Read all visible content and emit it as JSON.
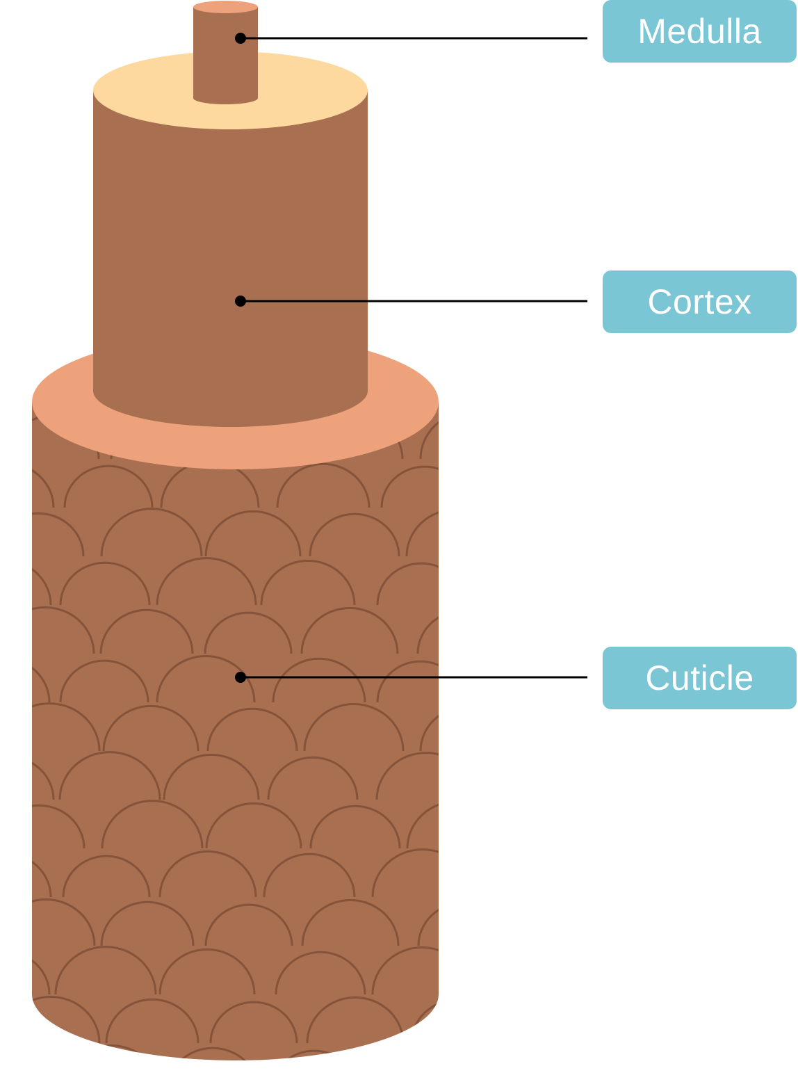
{
  "labels": {
    "medulla": "Medulla",
    "cortex": "Cortex",
    "cuticle": "Cuticle"
  },
  "colors": {
    "label_background": "#7ac6d4",
    "label_text": "#ffffff",
    "shaft_brown": "#a87050",
    "scale_line": "#85523a",
    "cuticle_ring": "#eea27b",
    "cortex_ring": "#fdd9a0",
    "medulla_top": "#eea27b",
    "leader_line": "#000000"
  }
}
